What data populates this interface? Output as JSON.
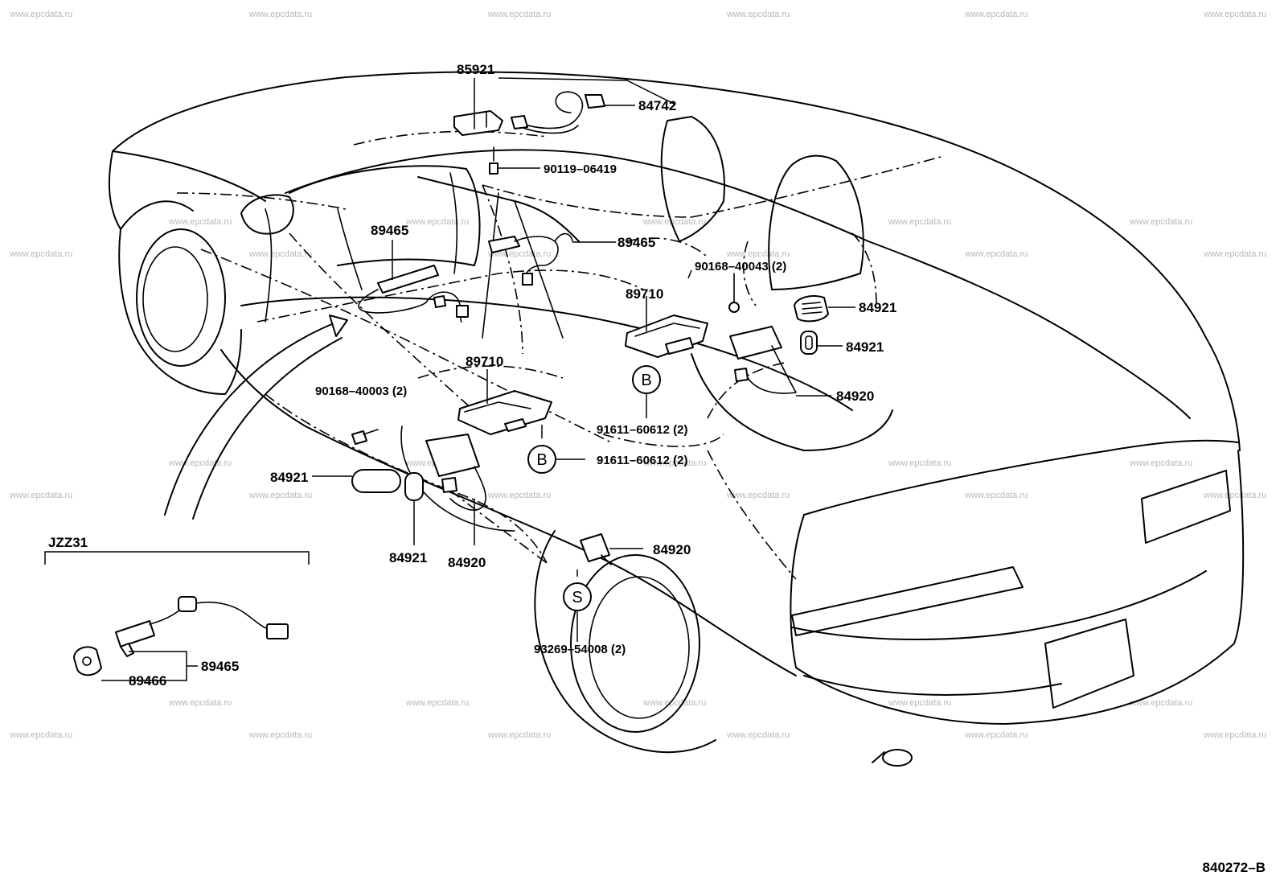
{
  "diagram": {
    "drawing_code": "840272–B",
    "variant_label": "JZZ31",
    "watermark": "www.epcdata.ru",
    "callouts": {
      "p85921": "85921",
      "p84742": "84742",
      "p90119": "90119–06419",
      "p89465_left": "89465",
      "p89465_right": "89465",
      "p90168_40043": "90168–40043 (2)",
      "p89710_right": "89710",
      "p84921_right_top": "84921",
      "p84921_right_mid": "84921",
      "p84920_right": "84920",
      "p89710_center": "89710",
      "p90168_40003": "90168–40003 (2)",
      "p91611_upper": "91611–60612 (2)",
      "p91611_lower": "91611–60612 (2)",
      "p84921_left": "84921",
      "p84921_bottom": "84921",
      "p84920_bottom": "84920",
      "p84920_lower_right": "84920",
      "p93269": "93269–54008 (2)",
      "p89465_inset": "89465",
      "p89466_inset": "89466"
    },
    "markers": {
      "b_upper": "B",
      "b_lower": "B",
      "s": "S"
    }
  }
}
